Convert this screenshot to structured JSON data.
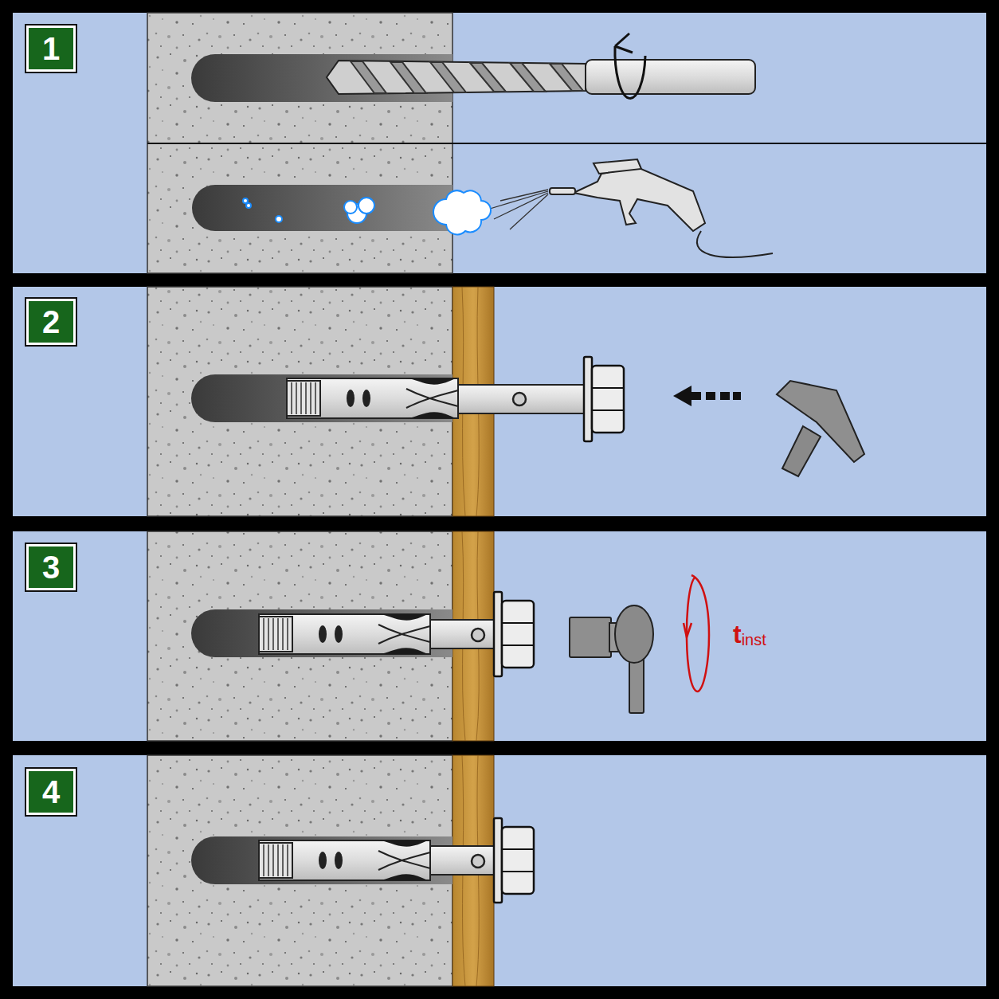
{
  "diagram": {
    "nodes": [
      {
        "text": [
          "1"
        ]
      },
      {
        "text": [
          "2"
        ]
      },
      {
        "text": [
          "3"
        ]
      },
      {
        "text": [
          "4"
        ]
      }
    ],
    "labels": [
      "t",
      "inst"
    ]
  }
}
